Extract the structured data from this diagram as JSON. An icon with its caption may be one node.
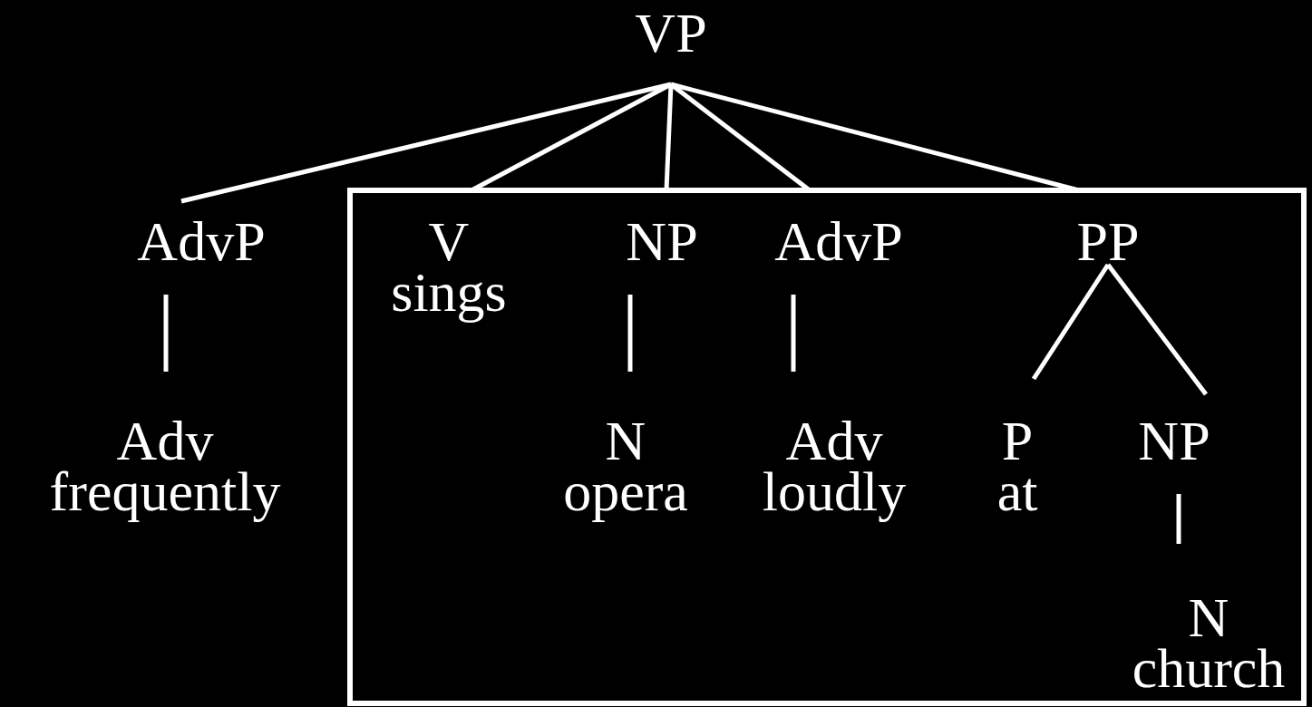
{
  "diagram": {
    "nodes": [
      {
        "text": [
          "VP"
        ]
      },
      {
        "text": [
          "AdvP"
        ]
      },
      {
        "text": [],
        "shape": "box"
      },
      {
        "text": [
          "V",
          "sings"
        ],
        "in": 2
      },
      {
        "text": [
          "NP"
        ],
        "in": 2
      },
      {
        "text": [
          "AdvP"
        ],
        "in": 2
      },
      {
        "text": [
          "PP"
        ],
        "in": 2
      },
      {
        "text": [
          "Adv",
          "frequently"
        ]
      },
      {
        "text": [
          "N",
          "opera"
        ],
        "in": 2
      },
      {
        "text": [
          "Adv",
          "loudly"
        ],
        "in": 2
      },
      {
        "text": [
          "P",
          "at"
        ],
        "in": 2
      },
      {
        "text": [
          "NP"
        ],
        "in": 2
      },
      {
        "text": [
          "N",
          "church"
        ],
        "in": 2
      }
    ],
    "edges": [
      {
        "from": 0,
        "to": 1,
        "arrow": "none"
      },
      {
        "from": 0,
        "to": 3,
        "arrow": "none"
      },
      {
        "from": 0,
        "to": 4,
        "arrow": "none"
      },
      {
        "from": 0,
        "to": 5,
        "arrow": "none"
      },
      {
        "from": 0,
        "to": 6,
        "arrow": "none"
      },
      {
        "from": 1,
        "to": 7,
        "arrow": "none"
      },
      {
        "from": 4,
        "to": 8,
        "arrow": "none"
      },
      {
        "from": 5,
        "to": 9,
        "arrow": "none"
      },
      {
        "from": 6,
        "to": 10,
        "arrow": "none"
      },
      {
        "from": 6,
        "to": 11,
        "arrow": "none"
      },
      {
        "from": 11,
        "to": 12,
        "arrow": "none"
      }
    ]
  }
}
